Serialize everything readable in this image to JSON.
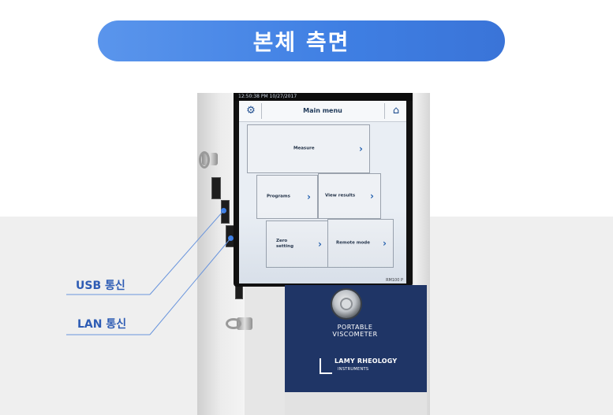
{
  "header": {
    "title": "본체 측면"
  },
  "device": {
    "status_bar": "12:50:38 PM   10/27/2017",
    "screen": {
      "title": "Main menu",
      "icons": {
        "settings": "gear-icon",
        "home": "home-icon"
      },
      "tiles": {
        "measure": "Measure",
        "programs": "Programs",
        "view_results": "View results",
        "zero_setting": "Zero\nsetting",
        "remote_mode": "Remote mode"
      },
      "model_tag": "RM100 P"
    },
    "panel": {
      "product_name": "PORTABLE\nVISCOMETER",
      "brand": "LAMY RHEOLOGY",
      "brand_sub": "INSTRUMENTS"
    }
  },
  "callouts": {
    "usb": "USB 통신",
    "lan": "LAN 통신"
  },
  "colors": {
    "accent": "#3f7fe3",
    "callout": "#2e5cb4",
    "panel": "#1f3566"
  }
}
